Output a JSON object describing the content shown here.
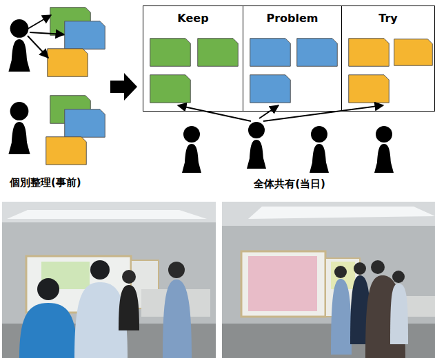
{
  "diagram": {
    "nodes": [
      {
        "text": [
          "Keep"
        ]
      },
      {
        "text": [
          "Problem"
        ]
      },
      {
        "text": [
          "Try"
        ]
      }
    ],
    "labels": [
      "個別整理(事前)",
      "全体共有(当日)"
    ]
  }
}
